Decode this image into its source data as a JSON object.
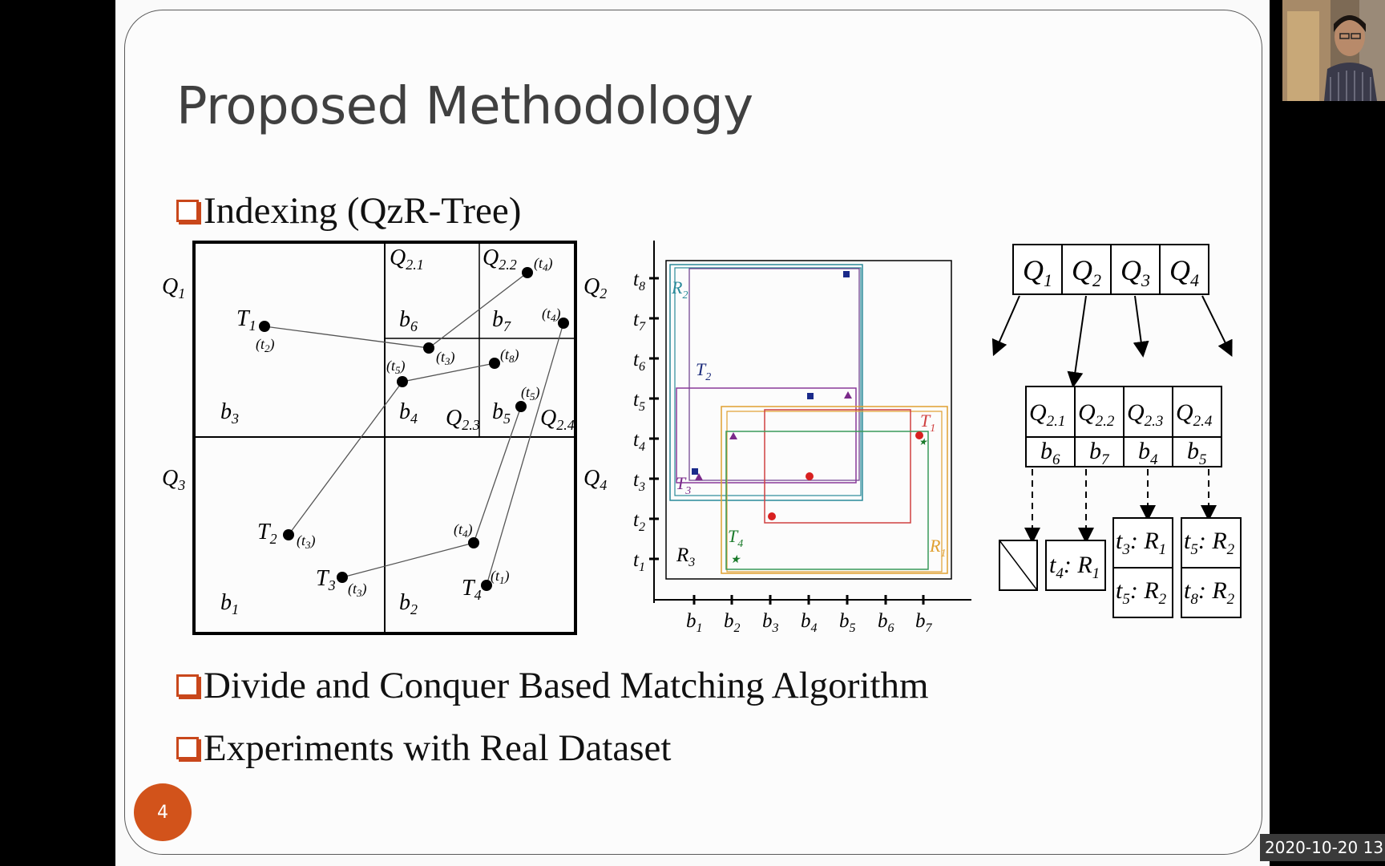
{
  "slide": {
    "title": "Proposed Methodology",
    "bullets": [
      "Indexing (QzR-Tree)",
      "Divide and Conquer Based Matching Algorithm",
      "Experiments with Real Dataset"
    ],
    "page_number": "4"
  },
  "overlay": {
    "timestamp": "2020-10-20 13"
  },
  "colors": {
    "accent": "#d2531b",
    "bullet_box": "#c9471b",
    "title": "#404040"
  }
}
